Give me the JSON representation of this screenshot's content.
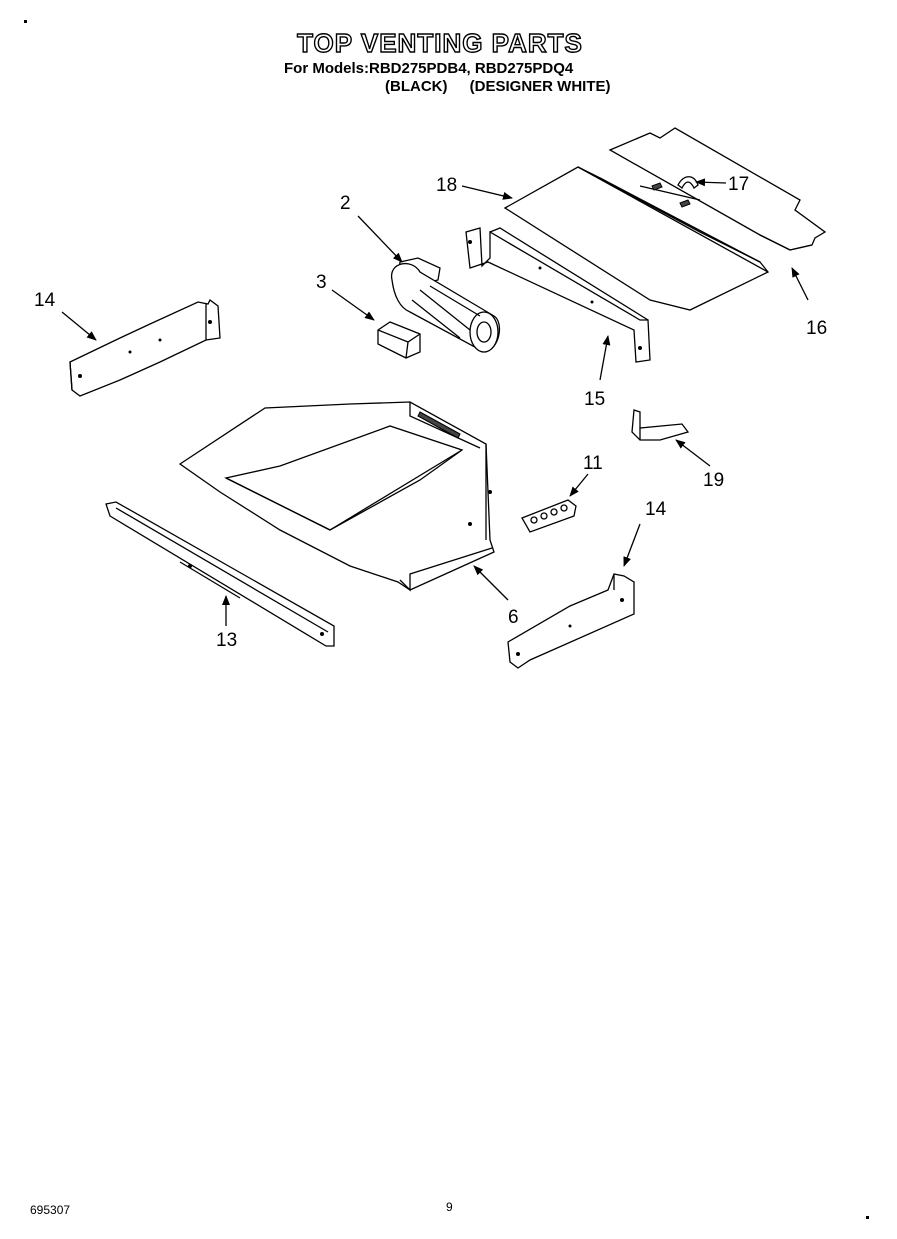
{
  "header": {
    "title": "TOP VENTING PARTS",
    "models_line": "For Models:RBD275PDB4, RBD275PDQ4",
    "variant_black": "(BLACK)",
    "variant_white": "(DESIGNER WHITE)"
  },
  "callouts": {
    "c2": "2",
    "c3": "3",
    "c6": "6",
    "c11": "11",
    "c13": "13",
    "c14_left": "14",
    "c14_right": "14",
    "c15": "15",
    "c16": "16",
    "c17": "17",
    "c18": "18",
    "c19": "19"
  },
  "footer": {
    "doc_code": "695307",
    "page_number": "9"
  },
  "colors": {
    "line": "#000000",
    "background": "#ffffff"
  }
}
